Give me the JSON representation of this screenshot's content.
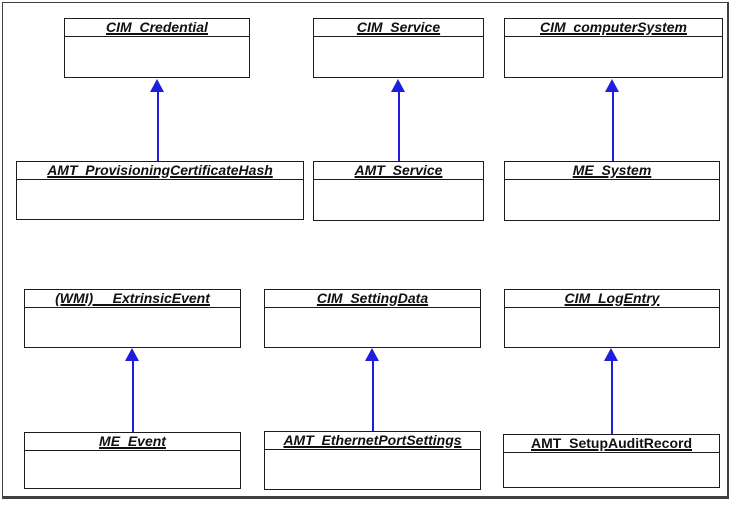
{
  "diagram": {
    "type": "uml-class-inheritance",
    "background_color": "#ffffff",
    "box_border_color": "#1c1c1c",
    "arrow_color": "#1e1edc",
    "frame_border_color": "#3f3f3f"
  },
  "classes": [
    {
      "label": "CIM_Credential"
    },
    {
      "label": "CIM_Service"
    },
    {
      "label": "CIM_computerSystem"
    },
    {
      "label": "AMT_ProvisioningCertificateHash"
    },
    {
      "label": "AMT_Service"
    },
    {
      "label": "ME_System"
    },
    {
      "label": "(WMI) __ExtrinsicEvent"
    },
    {
      "label": "CIM_SettingData"
    },
    {
      "label": "CIM_LogEntry"
    },
    {
      "label": "ME_Event"
    },
    {
      "label": "AMT_EthernetPortSettings"
    },
    {
      "label": "AMT_SetupAuditRecord"
    }
  ],
  "relations": [
    {
      "from": "AMT_ProvisioningCertificateHash",
      "to": "CIM_Credential",
      "type": "inheritance"
    },
    {
      "from": "AMT_Service",
      "to": "CIM_Service",
      "type": "inheritance"
    },
    {
      "from": "ME_System",
      "to": "CIM_computerSystem",
      "type": "inheritance"
    },
    {
      "from": "ME_Event",
      "to": "(WMI) __ExtrinsicEvent",
      "type": "inheritance"
    },
    {
      "from": "AMT_EthernetPortSettings",
      "to": "CIM_SettingData",
      "type": "inheritance"
    },
    {
      "from": "AMT_SetupAuditRecord",
      "to": "CIM_LogEntry",
      "type": "inheritance"
    }
  ]
}
